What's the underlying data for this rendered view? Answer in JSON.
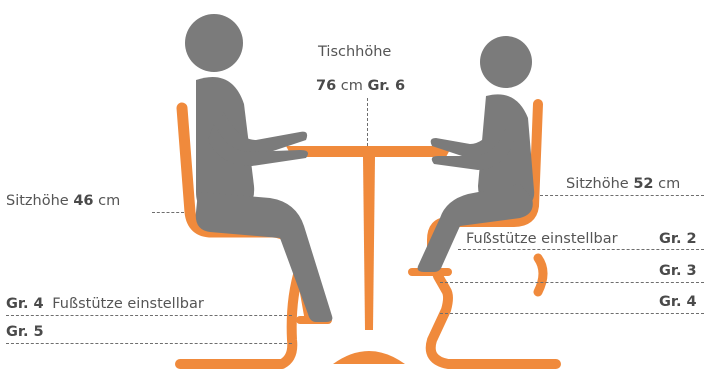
{
  "colors": {
    "chair": "#f08a3c",
    "table": "#f08a3c",
    "person": "#7b7b7b",
    "text": "#555555",
    "dash": "#6e6e6e"
  },
  "icons": {
    "left_person": "person-sitting-icon",
    "right_person": "child-sitting-icon"
  },
  "table_label": {
    "line1": "Tischhöhe",
    "height_value": "76",
    "unit": "cm",
    "size": "Gr. 6"
  },
  "left_seat": {
    "prefix": "Sitzhöhe",
    "value": "46",
    "unit": "cm"
  },
  "right_seat": {
    "prefix": "Sitzhöhe",
    "value": "52",
    "unit": "cm"
  },
  "left_footrest": {
    "size": "Gr. 4",
    "text": "Fußstütze einstellbar",
    "size_lower": "Gr. 5"
  },
  "right_footrest": {
    "text": "Fußstütze einstellbar",
    "sizes": [
      "Gr. 2",
      "Gr. 3",
      "Gr. 4"
    ]
  }
}
